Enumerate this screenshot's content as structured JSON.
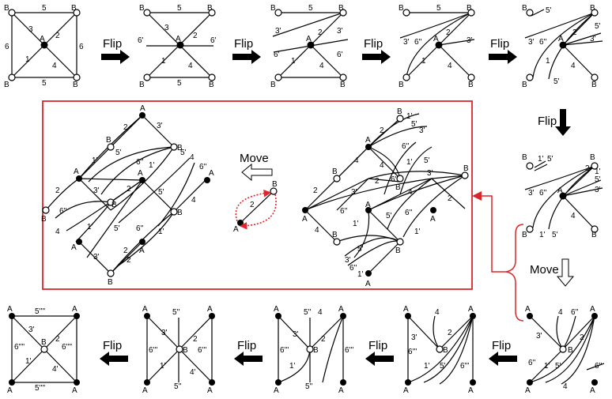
{
  "vertex_labels": {
    "A": "A",
    "B": "B"
  },
  "actions": {
    "flip": "Flip",
    "move": "Move"
  },
  "panels": [
    {
      "id": "p1",
      "edges": {
        "top": "5",
        "bottom": "5",
        "left": "6",
        "right": "6",
        "ab_top": "3",
        "ab_right": "2",
        "ab_left": "1",
        "ab_bottom": "4"
      }
    },
    {
      "id": "p2",
      "edges": {
        "top": "5",
        "bottom": "5",
        "left_h": "6'",
        "right_h": "6'",
        "ab_top": "3",
        "ab_right": "2",
        "ab_left": "1",
        "ab_bottom": "4"
      }
    },
    {
      "id": "p3",
      "edges": {
        "top": "5",
        "l1": "3'",
        "r1": "3'",
        "l2": "6'",
        "r2": "6'",
        "ab_right": "2",
        "ab_left": "1",
        "ab_bottom": "4"
      }
    },
    {
      "id": "p4",
      "edges": {
        "top": "5",
        "l1": "3'",
        "l2": "6''",
        "r1": "3'",
        "ab_right": "2",
        "ab_left": "1",
        "ab_bottom": "4"
      }
    },
    {
      "id": "p5",
      "edges": {
        "top": "5'",
        "l1": "3'",
        "l2": "6''",
        "r1": "5'",
        "r2": "3'",
        "ab_right": "2",
        "ab_left": "1",
        "ab_bottom": "4",
        "bot": "5'"
      }
    },
    {
      "id": "p6",
      "edges": {
        "t1": "1'",
        "t2": "5'",
        "r1": "2",
        "r2": "1'",
        "r3": "5'",
        "r4": "3'",
        "l1": "3'",
        "l2": "6''",
        "ab_bottom": "4",
        "b1": "1'",
        "b2": "5'"
      }
    },
    {
      "id": "p7",
      "edges": {
        "t1": "4",
        "t2": "6''",
        "l1": "3'",
        "r1": "2",
        "l2": "6''",
        "b1": "1'",
        "b2": "5'",
        "b3": "4",
        "r2": "6''"
      }
    },
    {
      "id": "p8",
      "edges": {
        "l1": "3'",
        "l2": "6'''",
        "t1": "4",
        "r1": "2",
        "b1": "1'",
        "b2": "5'",
        "r2": "6'''"
      }
    },
    {
      "id": "p9",
      "edges": {
        "t1": "5''",
        "t2": "4",
        "l1": "3'",
        "l2": "6'''",
        "r1": "2",
        "b1": "1'",
        "b2": "5''",
        "r2": "6'''"
      }
    },
    {
      "id": "p10",
      "edges": {
        "top": "5''",
        "l1": "3'",
        "l2": "6'''",
        "r1": "2",
        "r2": "6'''",
        "b1": "1'",
        "b2": "4'",
        "bottom": "5''"
      }
    },
    {
      "id": "p11",
      "edges": {
        "top": "5''''",
        "l1": "3'",
        "l2": "6''''",
        "r1": "2",
        "r2": "6''''",
        "b1": "1'",
        "b2": "4'",
        "bottom": "5''''"
      }
    }
  ],
  "box_left": {
    "labels": [
      "2",
      "3'",
      "5'",
      "1'",
      "6''",
      "1'",
      "5'",
      "4",
      "6''",
      "2",
      "3'",
      "2",
      "5'",
      "4",
      "6''",
      "1'",
      "5'",
      "3'",
      "2",
      "6''",
      "1'",
      "4",
      "2"
    ]
  },
  "box_center": {
    "labels": [
      "2"
    ]
  },
  "box_right": {
    "labels": [
      "1'",
      "5'",
      "3'",
      "2",
      "6''",
      "4",
      "1'",
      "5'",
      "3'",
      "4",
      "2",
      "6''",
      "2",
      "3'",
      "4",
      "6''",
      "5'",
      "1'",
      "6''",
      "2",
      "5'",
      "1'",
      "3'",
      "6''",
      "1'",
      "4"
    ]
  },
  "colors": {
    "box_border": "#d9262c",
    "move_dotted": "#e0262c",
    "connector": "#d9262c"
  }
}
